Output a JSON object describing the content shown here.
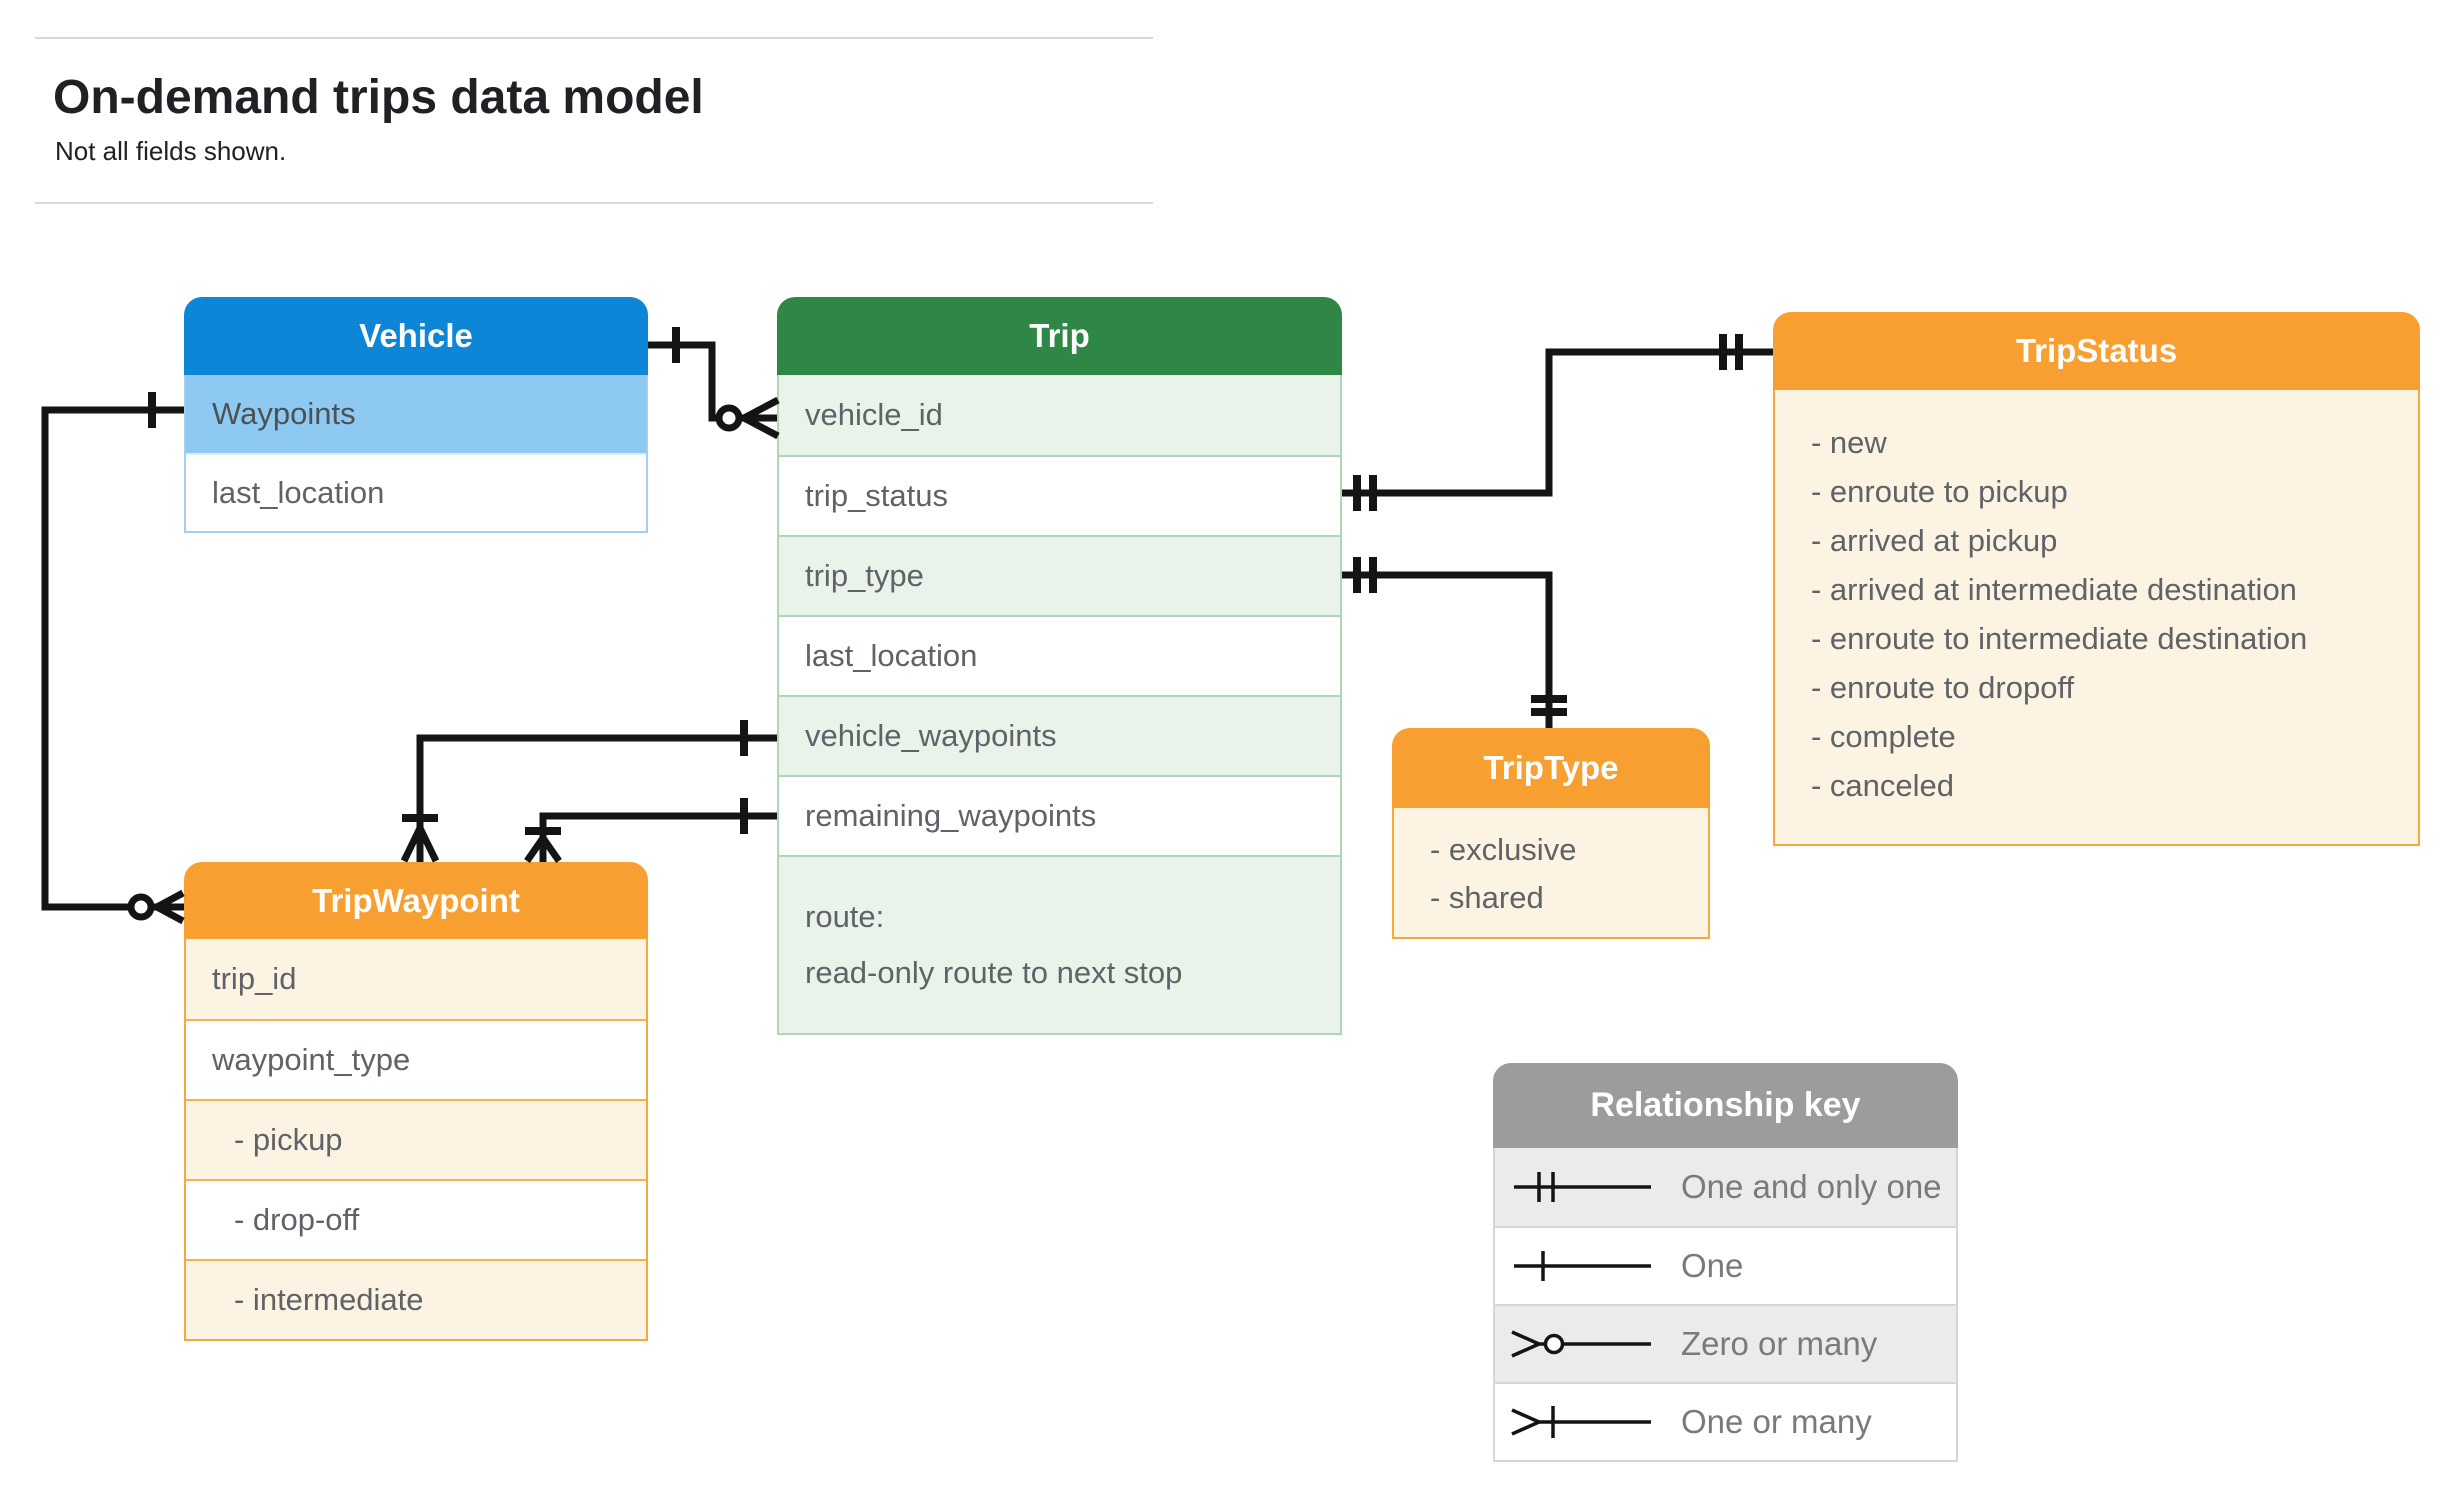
{
  "page": {
    "title": "On-demand trips data model",
    "subtitle": "Not all fields shown."
  },
  "entities": {
    "vehicle": {
      "title": "Vehicle",
      "fields": [
        "Waypoints",
        "last_location"
      ]
    },
    "trip": {
      "title": "Trip",
      "fields": [
        "vehicle_id",
        "trip_status",
        "trip_type",
        "last_location",
        "vehicle_waypoints",
        "remaining_waypoints"
      ],
      "route_line1": "route:",
      "route_line2": "read-only route to next stop"
    },
    "trip_status": {
      "title": "TripStatus",
      "values": [
        "- new",
        "- enroute to pickup",
        "- arrived at pickup",
        "- arrived at intermediate destination",
        "- enroute to intermediate destination",
        "- enroute to dropoff",
        "- complete",
        "- canceled"
      ]
    },
    "trip_waypoint": {
      "title": "TripWaypoint",
      "fields": [
        "trip_id",
        "waypoint_type",
        "- pickup",
        "- drop-off",
        "- intermediate"
      ]
    },
    "trip_type": {
      "title": "TripType",
      "values": [
        "- exclusive",
        "- shared"
      ]
    }
  },
  "legend": {
    "title": "Relationship key",
    "rows": [
      {
        "symbol": "one-and-only-one",
        "label": "One and only one"
      },
      {
        "symbol": "one",
        "label": "One"
      },
      {
        "symbol": "zero-or-many",
        "label": "Zero or many"
      },
      {
        "symbol": "one-or-many",
        "label": "One or many"
      }
    ]
  },
  "relationships": [
    {
      "from": "Vehicle",
      "to": "Trip.vehicle_id",
      "from_cardinality": "one",
      "to_cardinality": "zero-or-many"
    },
    {
      "from": "Vehicle.Waypoints",
      "to": "TripWaypoint",
      "from_cardinality": "one",
      "to_cardinality": "zero-or-many"
    },
    {
      "from": "Trip.trip_status",
      "to": "TripStatus",
      "from_cardinality": "one-and-only-one",
      "to_cardinality": "one-and-only-one"
    },
    {
      "from": "Trip.trip_type",
      "to": "TripType",
      "from_cardinality": "one-and-only-one",
      "to_cardinality": "one-and-only-one"
    },
    {
      "from": "Trip.vehicle_waypoints",
      "to": "TripWaypoint",
      "from_cardinality": "one",
      "to_cardinality": "one-or-many"
    },
    {
      "from": "Trip.remaining_waypoints",
      "to": "TripWaypoint",
      "from_cardinality": "one",
      "to_cardinality": "one-or-many"
    }
  ],
  "colors": {
    "vehicle_header": "#0d86d8",
    "vehicle_highlight_row": "#8ec9f1",
    "trip_header": "#2e8745",
    "trip_row_tint": "#e9f3ea",
    "orange_header": "#f7a031",
    "orange_row_tint": "#fdf3e2",
    "legend_header": "#9c9c9c",
    "legend_row_tint": "#ebebeb",
    "field_text": "#5f6368",
    "connector": "#141414"
  }
}
